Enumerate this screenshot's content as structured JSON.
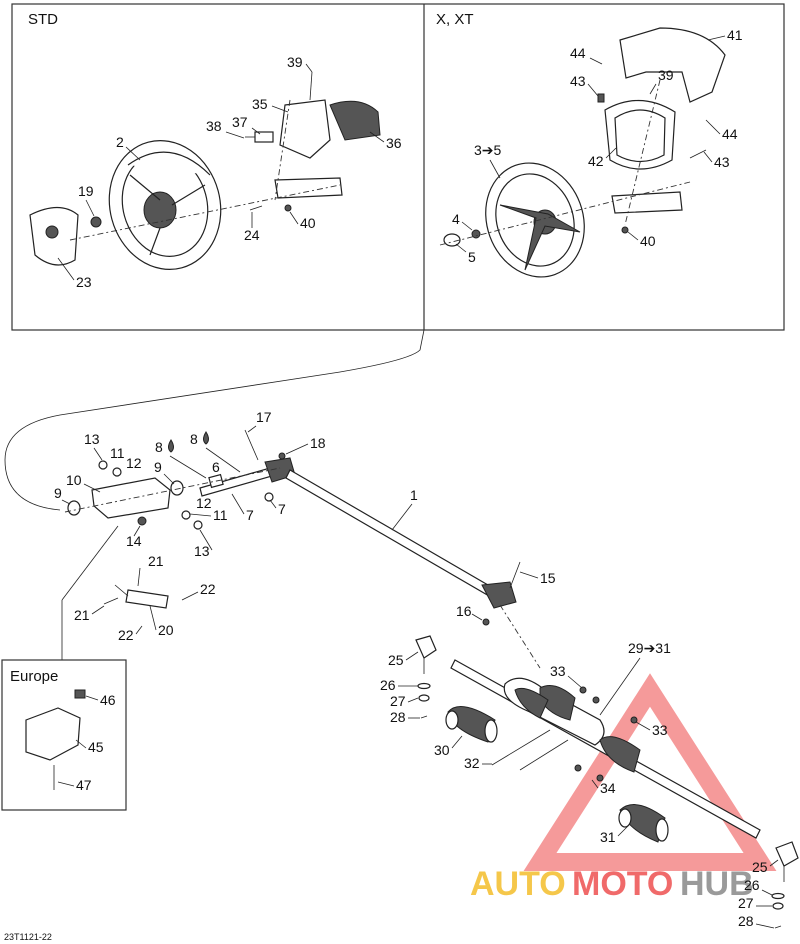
{
  "boxes": {
    "std": "STD",
    "x_xt": "X, XT",
    "europe": "Europe"
  },
  "drawing_code": "23T1121-22",
  "watermark": {
    "part1": "AUTO",
    "part2": "MOTO",
    "part3": "HUB"
  },
  "labels": {
    "l1": "1",
    "l2": "2",
    "l3to5": "3➔5",
    "l4": "4",
    "l5": "5",
    "l6": "6",
    "l7a": "7",
    "l7b": "7",
    "l8a": "8",
    "l8b": "8",
    "l9a": "9",
    "l9b": "9",
    "l10": "10",
    "l11a": "11",
    "l11b": "11",
    "l12a": "12",
    "l12b": "12",
    "l13a": "13",
    "l13b": "13",
    "l14": "14",
    "l15": "15",
    "l16": "16",
    "l17": "17",
    "l18": "18",
    "l19": "19",
    "l20": "20",
    "l21a": "21",
    "l21b": "21",
    "l22a": "22",
    "l22b": "22",
    "l23": "23",
    "l24": "24",
    "l25a": "25",
    "l25b": "25",
    "l26a": "26",
    "l26b": "26",
    "l27a": "27",
    "l27b": "27",
    "l28a": "28",
    "l28b": "28",
    "l29to31": "29➔31",
    "l30": "30",
    "l31": "31",
    "l32": "32",
    "l33a": "33",
    "l33b": "33",
    "l34": "34",
    "l35": "35",
    "l36": "36",
    "l37": "37",
    "l38": "38",
    "l39a": "39",
    "l39b": "39",
    "l40a": "40",
    "l40b": "40",
    "l41": "41",
    "l42": "42",
    "l43a": "43",
    "l43b": "43",
    "l44a": "44",
    "l44b": "44",
    "l45": "45",
    "l46": "46",
    "l47": "47"
  },
  "icons": {
    "drop": "oil-drop-icon"
  }
}
